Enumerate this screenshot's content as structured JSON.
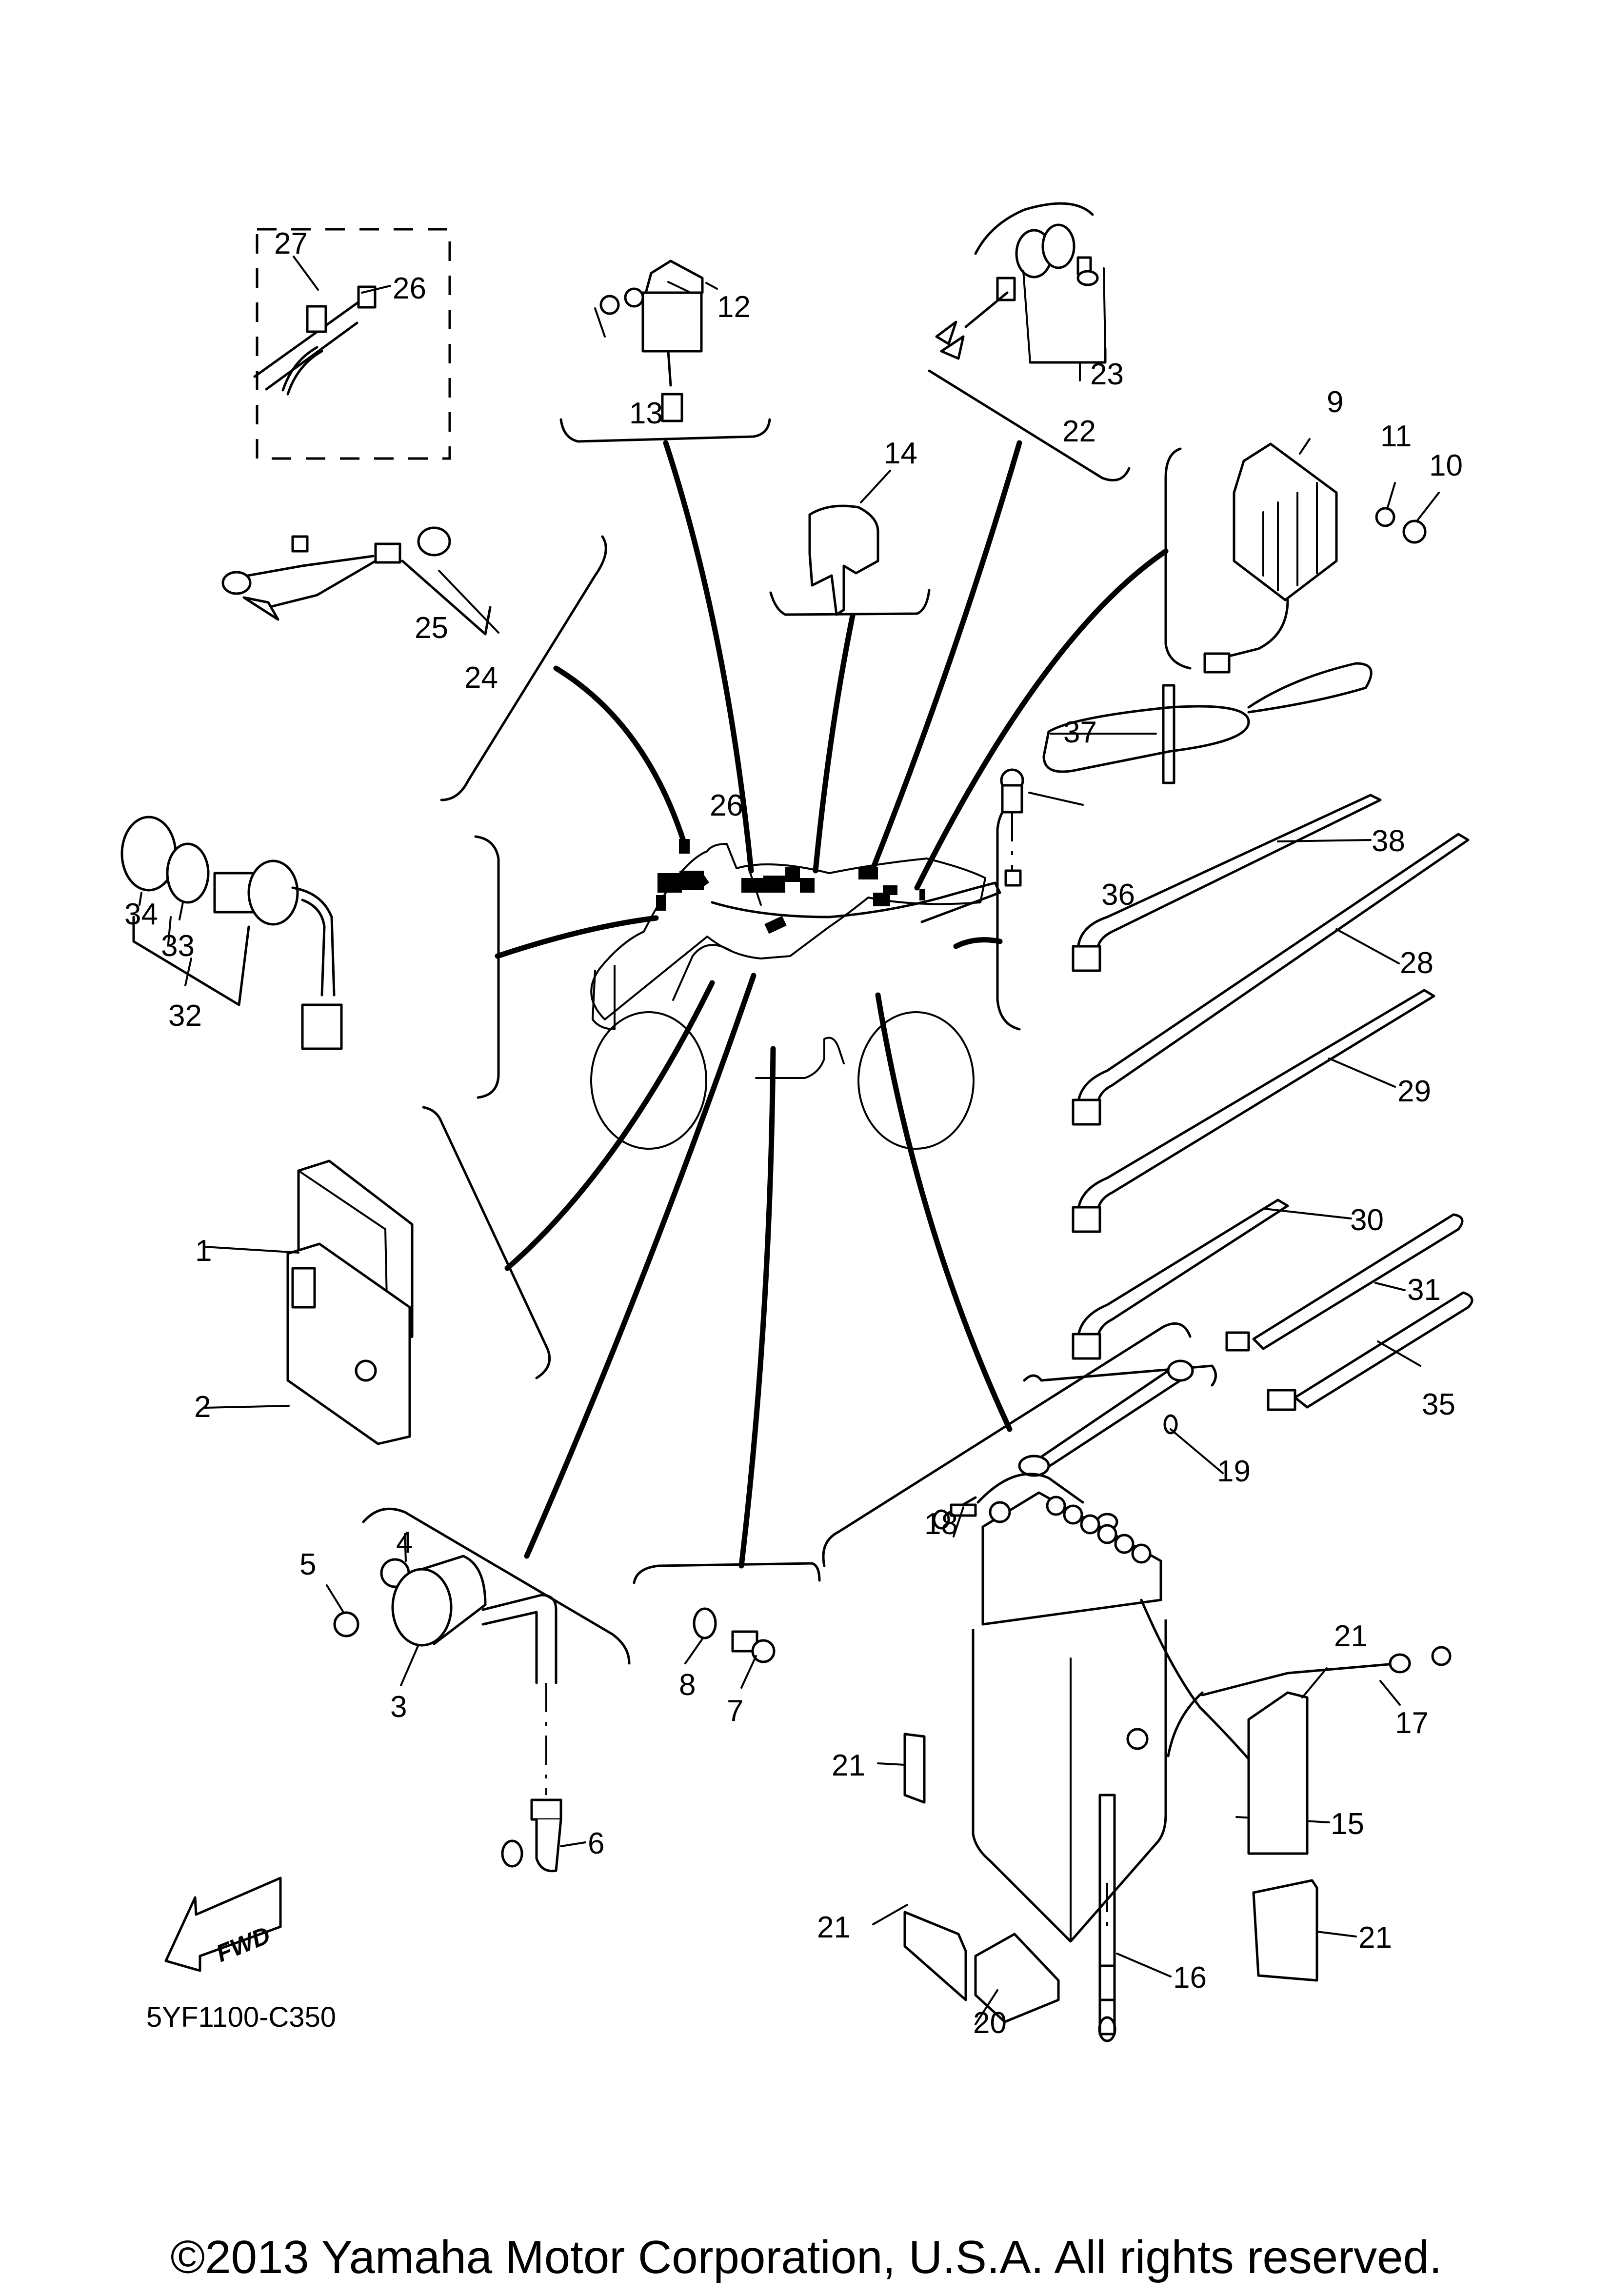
{
  "diagram": {
    "type": "exploded-parts-diagram",
    "subject": "ATV electrical components",
    "diagram_code": "5YF1100-C350",
    "direction_indicator": "FWD",
    "copyright": "©2013 Yamaha Motor Corporation, U.S.A. All rights reserved.",
    "callouts": {
      "c1": "1",
      "c2": "2",
      "c3": "3",
      "c4": "4",
      "c5": "5",
      "c6": "6",
      "c7": "7",
      "c8": "8",
      "c9": "9",
      "c10": "10",
      "c11": "11",
      "c12": "12",
      "c13": "13",
      "c14": "14",
      "c15": "15",
      "c16": "16",
      "c17": "17",
      "c18": "18",
      "c19": "19",
      "c20": "20",
      "c21a": "21",
      "c21b": "21",
      "c21c": "21",
      "c21d": "21",
      "c22": "22",
      "c23": "23",
      "c24": "24",
      "c25": "25",
      "c26a": "26",
      "c26b": "26",
      "c27": "27",
      "c28": "28",
      "c29": "29",
      "c30": "30",
      "c31": "31",
      "c32": "32",
      "c33": "33",
      "c34": "34",
      "c35": "35",
      "c36": "36",
      "c37": "37",
      "c38": "38"
    },
    "groups": [
      {
        "parent": "22",
        "children": [
          "23"
        ]
      },
      {
        "parent": "24",
        "children": [
          "25"
        ]
      },
      {
        "parent": "32",
        "children": [
          "33",
          "34"
        ]
      },
      {
        "parent": "26",
        "children": [
          "27"
        ],
        "style": "dashed-box"
      }
    ]
  }
}
